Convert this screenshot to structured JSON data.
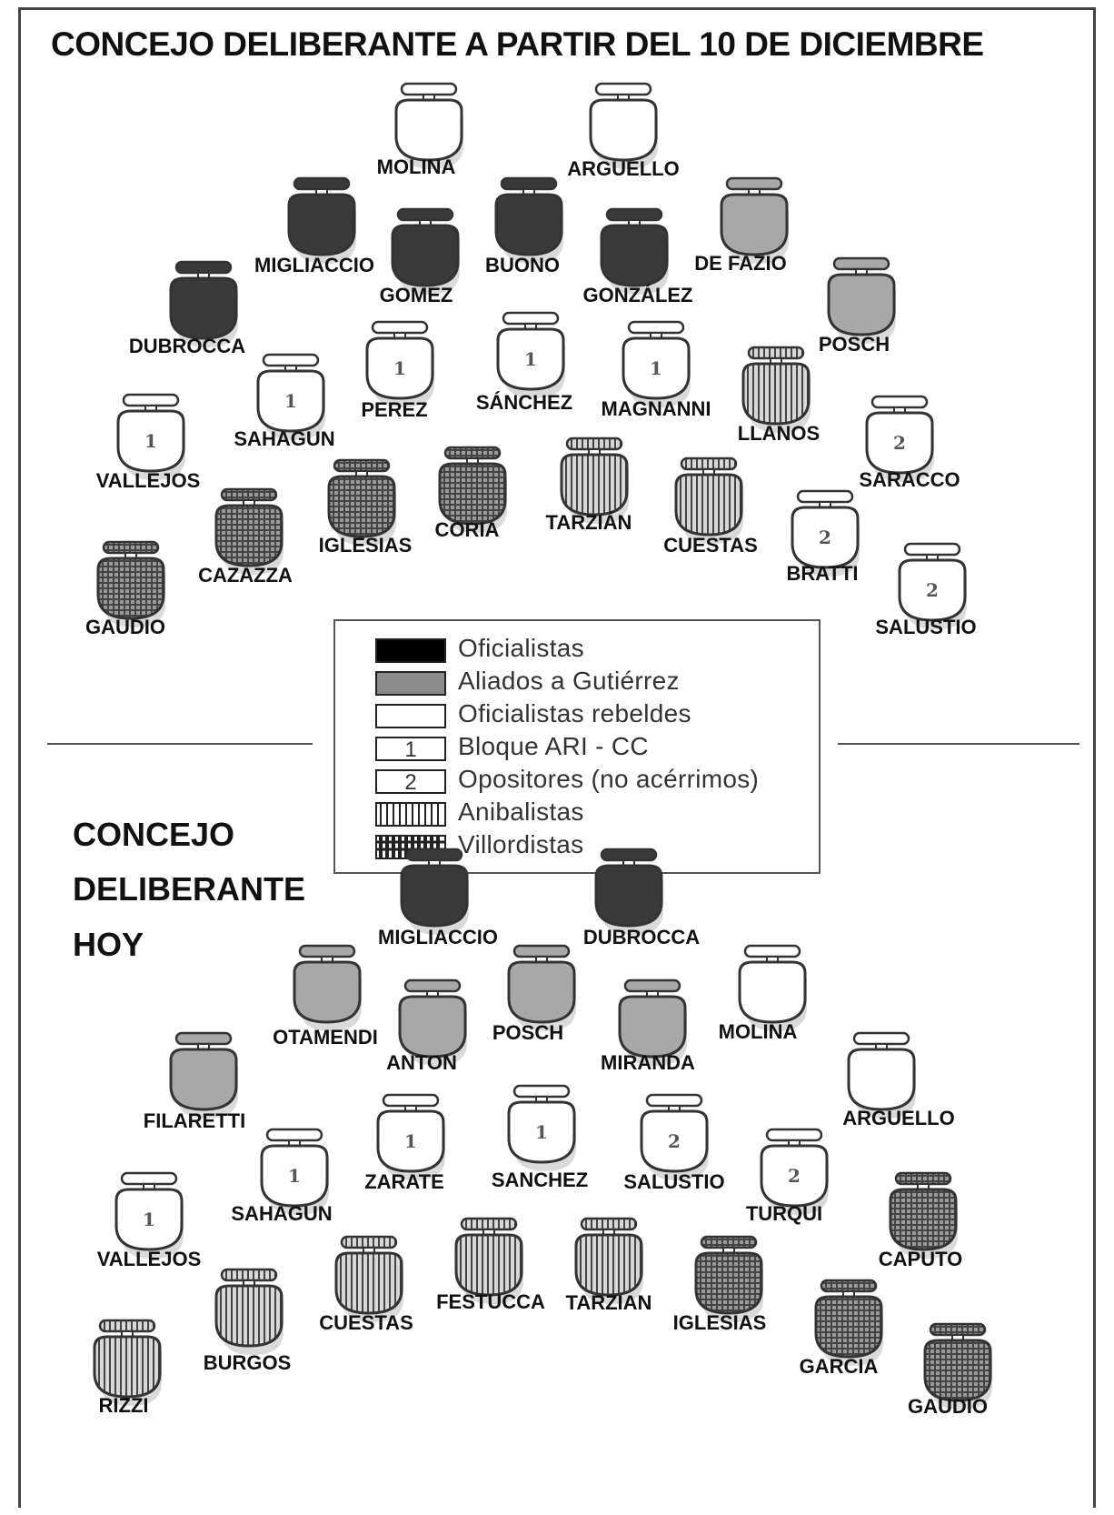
{
  "titles": {
    "top": "CONCEJO DELIBERANTE A PARTIR DEL 10 DE DICIEMBRE",
    "bottom": [
      "CONCEJO",
      "DELIBERANTE",
      "HOY"
    ]
  },
  "colors": {
    "oficialistas": "#3a3a3a",
    "aliados": "#a8a8a8",
    "rebeldes": "#ffffff",
    "outline": "#333333",
    "background": "#ffffff"
  },
  "legend": [
    {
      "key": "oficialistas",
      "label": "Oficialistas"
    },
    {
      "key": "aliados",
      "label": "Aliados a Gutiérrez"
    },
    {
      "key": "rebeldes",
      "label": "Oficialistas rebeldes"
    },
    {
      "key": "ari",
      "label": "Bloque ARI - CC",
      "mark": "1"
    },
    {
      "key": "opositores",
      "label": "Opositores (no acérrimos)",
      "mark": "2"
    },
    {
      "key": "anibalistas",
      "label": "Anibalistas"
    },
    {
      "key": "villordistas",
      "label": "Villordistas"
    }
  ],
  "seats_top": [
    {
      "name": "MOLINA",
      "group": "rebeldes"
    },
    {
      "name": "ARGUELLO",
      "group": "rebeldes"
    },
    {
      "name": "MIGLIACCIO",
      "group": "oficialistas"
    },
    {
      "name": "GOMEZ",
      "group": "oficialistas"
    },
    {
      "name": "BUONO",
      "group": "oficialistas"
    },
    {
      "name": "GONZÁLEZ",
      "group": "oficialistas"
    },
    {
      "name": "DE FAZIO",
      "group": "aliados"
    },
    {
      "name": "DUBROCCA",
      "group": "oficialistas"
    },
    {
      "name": "POSCH",
      "group": "aliados"
    },
    {
      "name": "PEREZ",
      "group": "ari"
    },
    {
      "name": "SÁNCHEZ",
      "group": "ari"
    },
    {
      "name": "MAGNANNI",
      "group": "ari"
    },
    {
      "name": "SAHAGUN",
      "group": "ari"
    },
    {
      "name": "LLANOS",
      "group": "anibalistas"
    },
    {
      "name": "VALLEJOS",
      "group": "ari"
    },
    {
      "name": "SARACCO",
      "group": "opositores"
    },
    {
      "name": "IGLESIAS",
      "group": "villordistas"
    },
    {
      "name": "CORIA",
      "group": "villordistas"
    },
    {
      "name": "TARZIÁN",
      "group": "anibalistas"
    },
    {
      "name": "CUESTAS",
      "group": "anibalistas"
    },
    {
      "name": "CAZAZZA",
      "group": "villordistas"
    },
    {
      "name": "BRATTI",
      "group": "opositores"
    },
    {
      "name": "GAUDIO",
      "group": "villordistas"
    },
    {
      "name": "SALUSTIO",
      "group": "opositores"
    }
  ],
  "seats_bottom": [
    {
      "name": "MIGLIACCIO",
      "group": "oficialistas"
    },
    {
      "name": "DUBROCCA",
      "group": "oficialistas"
    },
    {
      "name": "OTAMENDI",
      "group": "aliados"
    },
    {
      "name": "ANTON",
      "group": "aliados"
    },
    {
      "name": "POSCH",
      "group": "aliados"
    },
    {
      "name": "MIRANDA",
      "group": "aliados"
    },
    {
      "name": "MOLINA",
      "group": "rebeldes"
    },
    {
      "name": "FILARETTI",
      "group": "aliados"
    },
    {
      "name": "ARGUELLO",
      "group": "rebeldes"
    },
    {
      "name": "ZARATE",
      "group": "ari"
    },
    {
      "name": "SANCHEZ",
      "group": "ari"
    },
    {
      "name": "SALUSTIO",
      "group": "opositores"
    },
    {
      "name": "SAHAGUN",
      "group": "ari"
    },
    {
      "name": "TURQUI",
      "group": "opositores"
    },
    {
      "name": "VALLEJOS",
      "group": "ari"
    },
    {
      "name": "CAPUTO",
      "group": "villordistas"
    },
    {
      "name": "FESTUCCA",
      "group": "anibalistas"
    },
    {
      "name": "TARZIAN",
      "group": "anibalistas"
    },
    {
      "name": "CUESTAS",
      "group": "anibalistas"
    },
    {
      "name": "IGLESIAS",
      "group": "villordistas"
    },
    {
      "name": "BURGOS",
      "group": "anibalistas"
    },
    {
      "name": "GARCIA",
      "group": "villordistas"
    },
    {
      "name": "RIZZI",
      "group": "anibalistas"
    },
    {
      "name": "GAUDIO",
      "group": "villordistas"
    }
  ]
}
